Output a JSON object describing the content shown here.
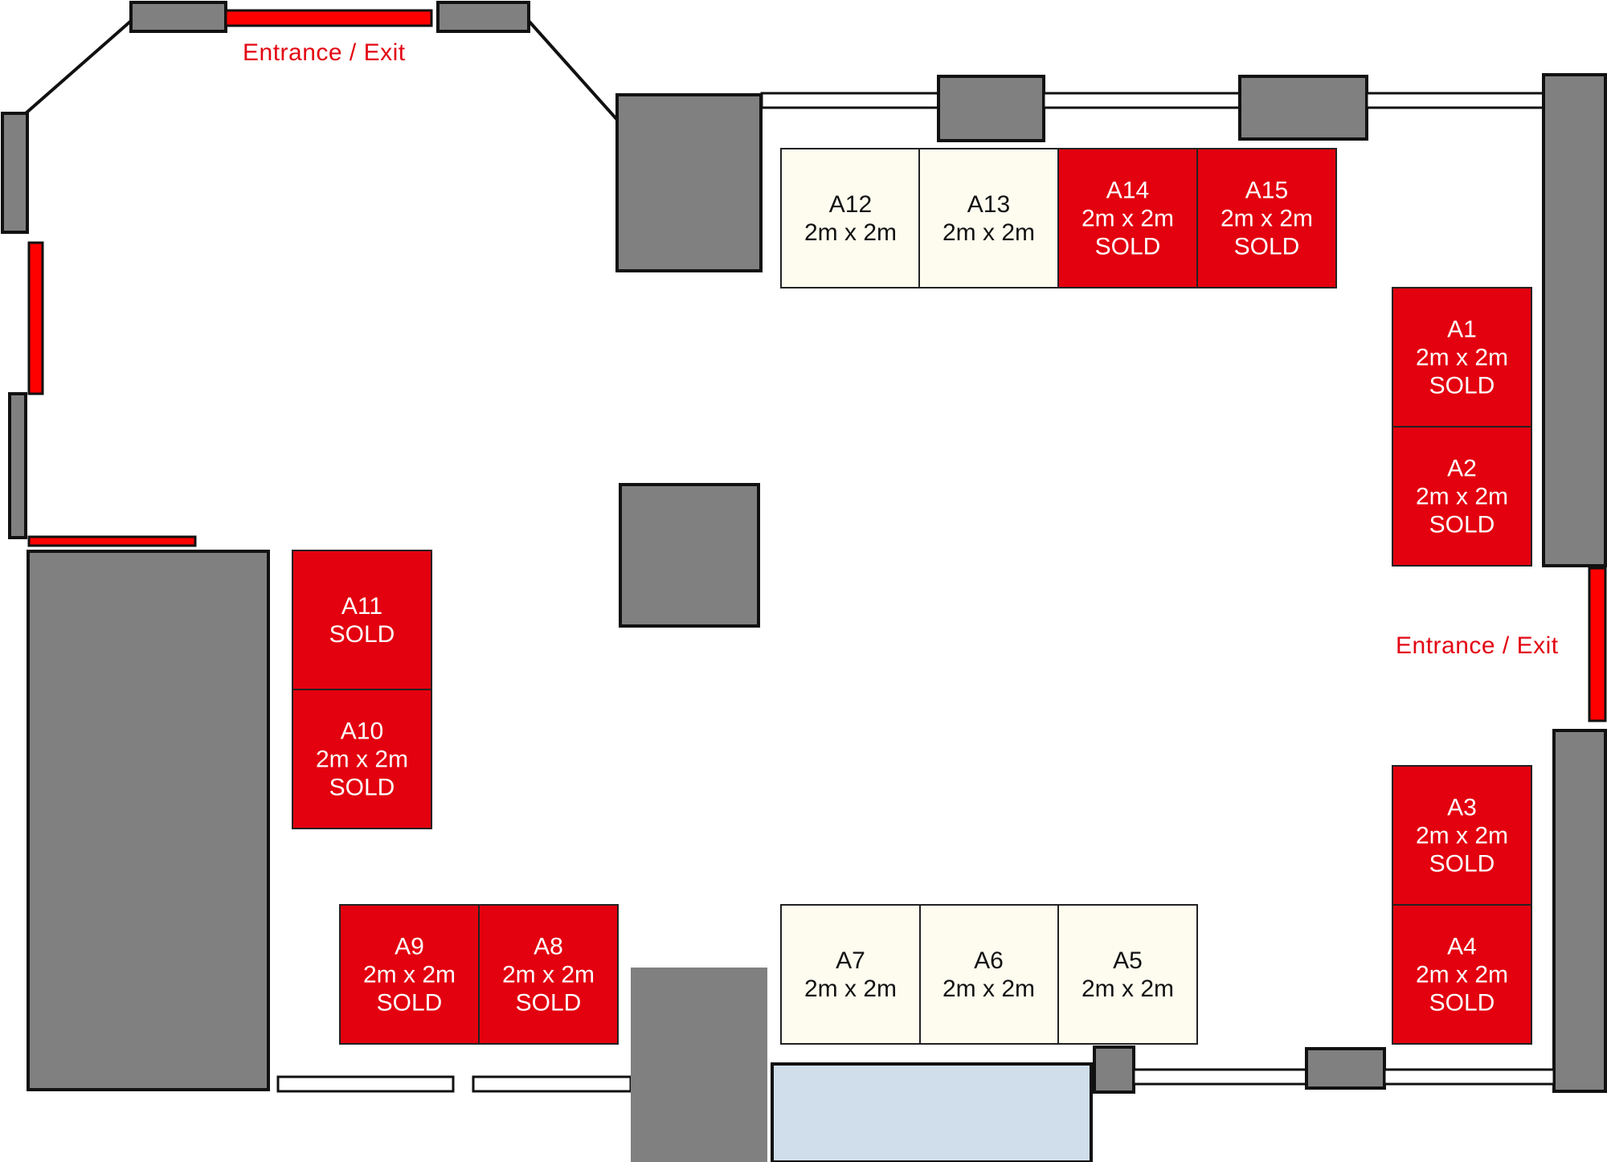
{
  "colors": {
    "sold": "#e3000f",
    "available": "#fdfcef",
    "wall": "#808080",
    "door": "#ff0000",
    "water_feature": "#cfdeea"
  },
  "entrances": [
    {
      "id": "top",
      "label": "Entrance / Exit"
    },
    {
      "id": "right",
      "label": "Entrance / Exit"
    }
  ],
  "booths": [
    {
      "id": "A1",
      "size": "2m x 2m",
      "status": "SOLD"
    },
    {
      "id": "A2",
      "size": "2m x 2m",
      "status": "SOLD"
    },
    {
      "id": "A3",
      "size": "2m x 2m",
      "status": "SOLD"
    },
    {
      "id": "A4",
      "size": "2m x 2m",
      "status": "SOLD"
    },
    {
      "id": "A5",
      "size": "2m x 2m",
      "status": ""
    },
    {
      "id": "A6",
      "size": "2m x 2m",
      "status": ""
    },
    {
      "id": "A7",
      "size": "2m x 2m",
      "status": ""
    },
    {
      "id": "A8",
      "size": "2m x 2m",
      "status": "SOLD"
    },
    {
      "id": "A9",
      "size": "2m x 2m",
      "status": "SOLD"
    },
    {
      "id": "A10",
      "size": "2m x 2m",
      "status": "SOLD"
    },
    {
      "id": "A11",
      "size": "",
      "status": "SOLD"
    },
    {
      "id": "A12",
      "size": "2m x 2m",
      "status": ""
    },
    {
      "id": "A13",
      "size": "2m x 2m",
      "status": ""
    },
    {
      "id": "A14",
      "size": "2m x 2m",
      "status": "SOLD"
    },
    {
      "id": "A15",
      "size": "2m x 2m",
      "status": "SOLD"
    }
  ]
}
